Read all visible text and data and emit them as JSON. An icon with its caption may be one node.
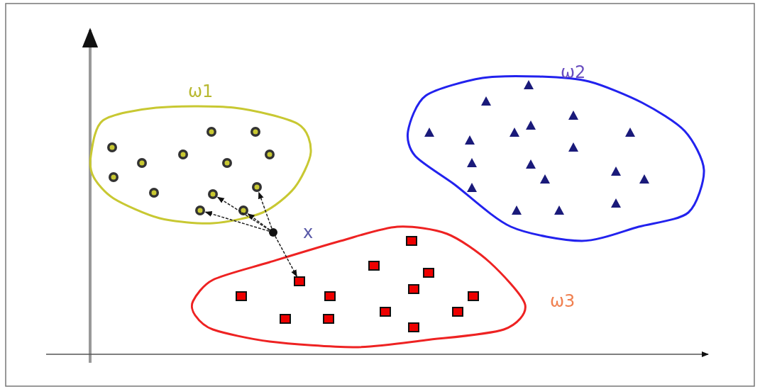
{
  "diagram": {
    "nodes": [
      {
        "text": [
          "ω1"
        ]
      },
      {
        "text": [],
        "shape": "circle",
        "in": 0
      },
      {
        "text": [],
        "shape": "circle",
        "in": 0
      },
      {
        "text": [],
        "shape": "circle",
        "in": 0
      },
      {
        "text": [],
        "shape": "circle",
        "in": 0
      },
      {
        "text": [],
        "shape": "circle",
        "in": 0
      },
      {
        "text": [],
        "shape": "circle",
        "in": 0
      },
      {
        "text": [],
        "shape": "circle",
        "in": 0
      },
      {
        "text": [],
        "shape": "circle",
        "in": 0
      },
      {
        "text": [],
        "shape": "circle",
        "in": 0
      },
      {
        "text": [],
        "shape": "circle",
        "in": 0
      },
      {
        "text": [],
        "shape": "circle",
        "in": 0
      },
      {
        "text": [],
        "shape": "circle",
        "in": 0
      },
      {
        "text": [],
        "shape": "circle",
        "in": 0
      },
      {
        "text": [
          "ω2"
        ]
      },
      {
        "text": [],
        "shape": "triangle",
        "in": 14
      },
      {
        "text": [],
        "shape": "triangle",
        "in": 14
      },
      {
        "text": [],
        "shape": "triangle",
        "in": 14
      },
      {
        "text": [],
        "shape": "triangle",
        "in": 14
      },
      {
        "text": [],
        "shape": "triangle",
        "in": 14
      },
      {
        "text": [],
        "shape": "triangle",
        "in": 14
      },
      {
        "text": [],
        "shape": "triangle",
        "in": 14
      },
      {
        "text": [],
        "shape": "triangle",
        "in": 14
      },
      {
        "text": [],
        "shape": "triangle",
        "in": 14
      },
      {
        "text": [],
        "shape": "triangle",
        "in": 14
      },
      {
        "text": [],
        "shape": "triangle",
        "in": 14
      },
      {
        "text": [],
        "shape": "triangle",
        "in": 14
      },
      {
        "text": [],
        "shape": "triangle",
        "in": 14
      },
      {
        "text": [],
        "shape": "triangle",
        "in": 14
      },
      {
        "text": [],
        "shape": "triangle",
        "in": 14
      },
      {
        "text": [],
        "shape": "triangle",
        "in": 14
      },
      {
        "text": [],
        "shape": "triangle",
        "in": 14
      },
      {
        "text": [],
        "shape": "triangle",
        "in": 14
      },
      {
        "text": [],
        "shape": "circle",
        "beside": [
          "x"
        ]
      },
      {
        "text": [
          "ω3"
        ]
      },
      {
        "text": [],
        "shape": "box",
        "in": 34
      },
      {
        "text": [],
        "shape": "box",
        "in": 34
      },
      {
        "text": [],
        "shape": "box",
        "in": 34
      },
      {
        "text": [],
        "shape": "box",
        "in": 34
      },
      {
        "text": [],
        "shape": "box",
        "in": 34
      },
      {
        "text": [],
        "shape": "box",
        "in": 34
      },
      {
        "text": [],
        "shape": "box",
        "in": 34
      },
      {
        "text": [],
        "shape": "box",
        "in": 34
      },
      {
        "text": [],
        "shape": "box",
        "in": 34
      },
      {
        "text": [],
        "shape": "box",
        "in": 34
      },
      {
        "text": [],
        "shape": "box",
        "in": 34
      },
      {
        "text": [],
        "shape": "box",
        "in": 34
      },
      {
        "text": [],
        "shape": "box",
        "in": 34
      }
    ],
    "edges": [
      {
        "from": 33,
        "to": 9,
        "arrow": "to",
        "style": "dashed"
      },
      {
        "from": 33,
        "to": 11,
        "arrow": "to",
        "style": "dashed"
      },
      {
        "from": 33,
        "to": 12,
        "arrow": "to",
        "style": "dashed"
      },
      {
        "from": 33,
        "to": 13,
        "arrow": "to",
        "style": "dashed"
      },
      {
        "from": 33,
        "to": 38,
        "arrow": "to",
        "style": "dashed"
      }
    ]
  }
}
